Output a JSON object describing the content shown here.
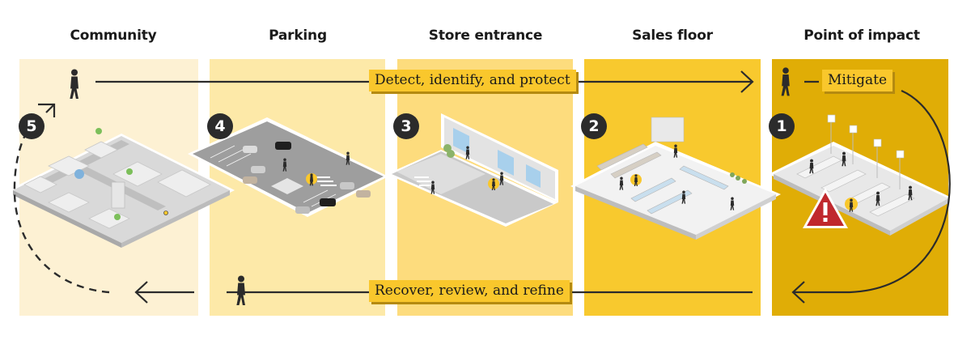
{
  "stages": [
    {
      "number": "5",
      "title": "Community",
      "color": "#fdf1d3",
      "scene_icon": "city-block-illustration"
    },
    {
      "number": "4",
      "title": "Parking",
      "color": "#fde9a8",
      "scene_icon": "parking-lot-illustration"
    },
    {
      "number": "3",
      "title": "Store entrance",
      "color": "#fddc7d",
      "scene_icon": "store-entrance-illustration"
    },
    {
      "number": "2",
      "title": "Sales floor",
      "color": "#f8c92e",
      "scene_icon": "sales-floor-illustration"
    },
    {
      "number": "1",
      "title": "Point of impact",
      "color": "#e0ad06",
      "scene_icon": "checkout-counters-illustration"
    }
  ],
  "flows": {
    "top_label": "Detect, identify, and protect",
    "mitigate_label": "Mitigate",
    "bottom_label": "Recover, review, and refine"
  },
  "icons": {
    "person": "walking-person-icon",
    "warning": "warning-triangle-icon"
  },
  "colors": {
    "ink": "#2b2b2b",
    "label_bg": "#f9c72c",
    "label_shadow": "#b48a10",
    "warning": "#c0282d",
    "highlight_person": "#f9c72c"
  }
}
